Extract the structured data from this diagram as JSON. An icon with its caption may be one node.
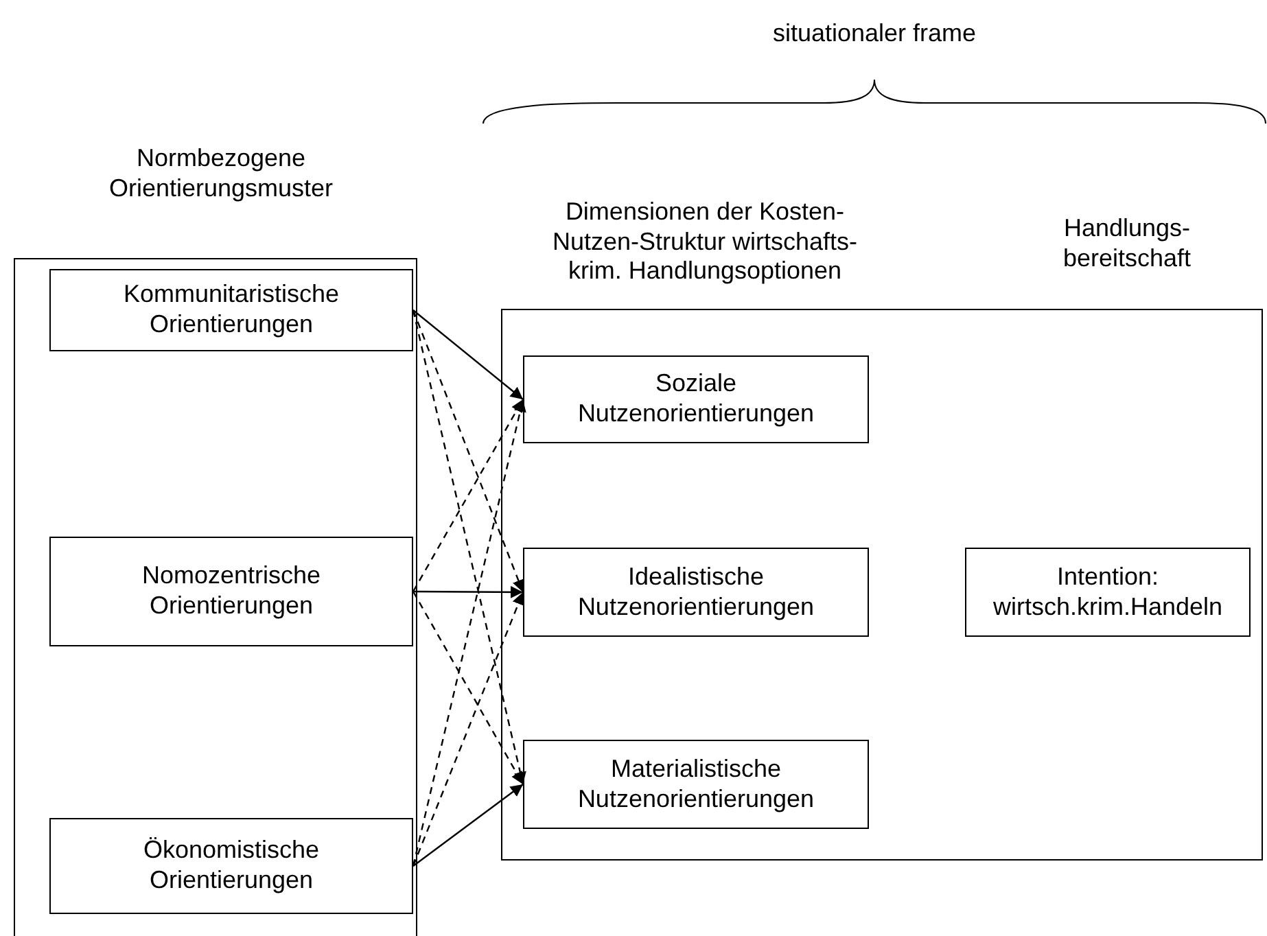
{
  "diagram": {
    "nodes": [
      {
        "text": [
          "Normbezogene Orientierungsmuster"
        ]
      },
      {
        "text": [
          "Kommunitaristische Orientierungen"
        ],
        "in": 0
      },
      {
        "text": [
          "Nomozentrische Orientierungen"
        ],
        "in": 0
      },
      {
        "text": [
          "Ökonomistische Orientierungen"
        ],
        "in": 0
      },
      {
        "text": [
          "Dimensionen der Kosten-Nutzen-Struktur wirtschafts-krim. Handlungsoptionen",
          "Handlungs-bereitschaft"
        ]
      },
      {
        "text": [
          "Soziale Nutzenorientierungen"
        ],
        "in": 4
      },
      {
        "text": [
          "Idealistische Nutzenorientierungen"
        ],
        "in": 4
      },
      {
        "text": [
          "Materialistische Nutzenorientierungen"
        ],
        "in": 4
      },
      {
        "text": [
          "Intention: wirtsch.krim.Handeln"
        ],
        "in": 4
      }
    ],
    "edges": [
      {
        "from": 1,
        "to": 5,
        "arrow": "to"
      },
      {
        "from": 1,
        "to": 6,
        "arrow": "to",
        "style": "dashed"
      },
      {
        "from": 1,
        "to": 7,
        "arrow": "to",
        "style": "dashed"
      },
      {
        "from": 2,
        "to": 5,
        "arrow": "to",
        "style": "dashed"
      },
      {
        "from": 2,
        "to": 6,
        "arrow": "to"
      },
      {
        "from": 2,
        "to": 7,
        "arrow": "to",
        "style": "dashed"
      },
      {
        "from": 3,
        "to": 5,
        "arrow": "to",
        "style": "dashed"
      },
      {
        "from": 3,
        "to": 6,
        "arrow": "to",
        "style": "dashed"
      },
      {
        "from": 3,
        "to": 7,
        "arrow": "to"
      }
    ],
    "labels": [
      "situationaler frame"
    ]
  }
}
